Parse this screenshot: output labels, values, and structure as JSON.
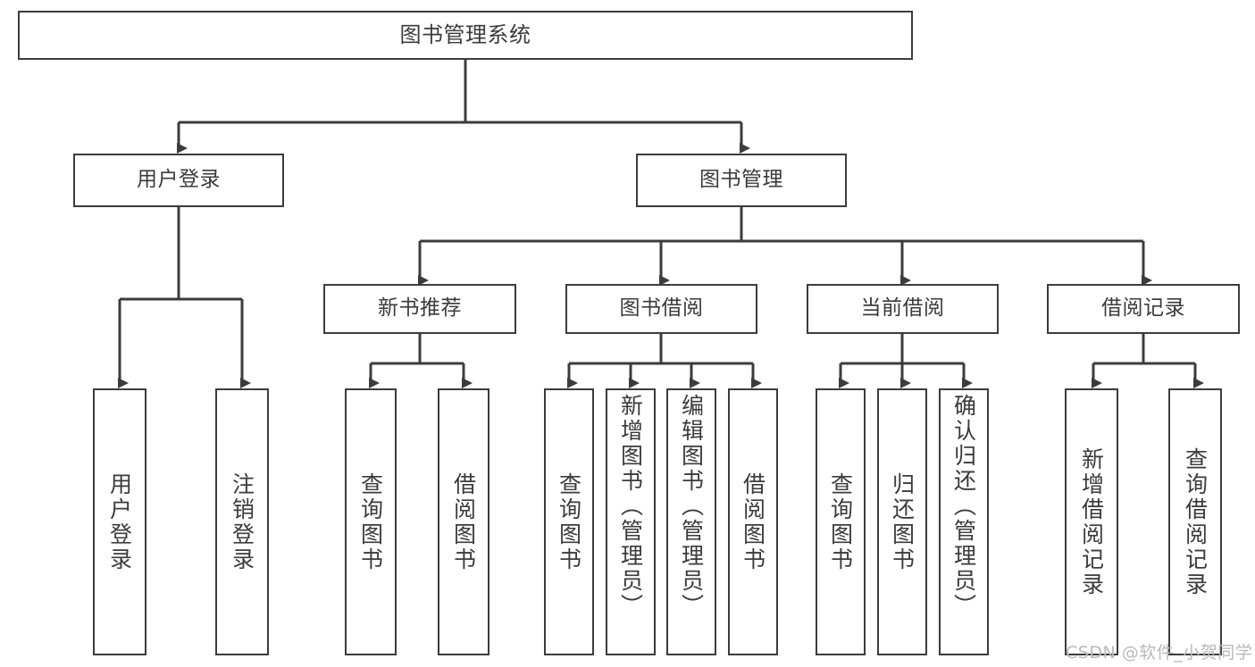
{
  "diagram": {
    "title": "图书管理系统",
    "type": "tree-hierarchy",
    "orientation": "top-down",
    "colors": {
      "box_border": "#3c3c3c",
      "box_fill": "#ffffff",
      "text": "#3b3b3b",
      "connector": "#3c3c3c",
      "watermark": "#b9b9b9",
      "background": "#ffffff"
    },
    "levels": {
      "level1": "root",
      "level2": "modules",
      "level3": "sub-modules",
      "level4": "functions"
    }
  },
  "root": {
    "label": "图书管理系统"
  },
  "level2": [
    {
      "id": "user-login",
      "label": "用户登录"
    },
    {
      "id": "book-management",
      "label": "图书管理"
    }
  ],
  "level3": [
    {
      "id": "new-book-recommend",
      "label": "新书推荐",
      "parent": "book-management"
    },
    {
      "id": "book-borrow",
      "label": "图书借阅",
      "parent": "book-management"
    },
    {
      "id": "current-borrow",
      "label": "当前借阅",
      "parent": "book-management"
    },
    {
      "id": "borrow-record",
      "label": "借阅记录",
      "parent": "book-management"
    }
  ],
  "leaves": {
    "user_login": [
      {
        "id": "leaf-user-login",
        "label": "用户登录"
      },
      {
        "id": "leaf-logout-login",
        "label": "注销登录"
      }
    ],
    "new_book_recommend": [
      {
        "id": "leaf-query-book-1",
        "label": "查询图书"
      },
      {
        "id": "leaf-borrow-book-1",
        "label": "借阅图书"
      }
    ],
    "book_borrow": [
      {
        "id": "leaf-query-book-2",
        "label": "查询图书"
      },
      {
        "id": "leaf-add-book",
        "label": "新增图书（管理员）"
      },
      {
        "id": "leaf-edit-book",
        "label": "编辑图书（管理员）"
      },
      {
        "id": "leaf-borrow-book-2",
        "label": "借阅图书"
      }
    ],
    "current_borrow": [
      {
        "id": "leaf-query-book-3",
        "label": "查询图书"
      },
      {
        "id": "leaf-return-book",
        "label": "归还图书"
      },
      {
        "id": "leaf-confirm-return",
        "label": "确认归还（管理员）"
      }
    ],
    "borrow_record": [
      {
        "id": "leaf-add-record",
        "label": "新增借阅记录"
      },
      {
        "id": "leaf-query-record",
        "label": "查询借阅记录"
      }
    ]
  },
  "watermark": {
    "text": "CSDN @软件_小贺同学"
  }
}
